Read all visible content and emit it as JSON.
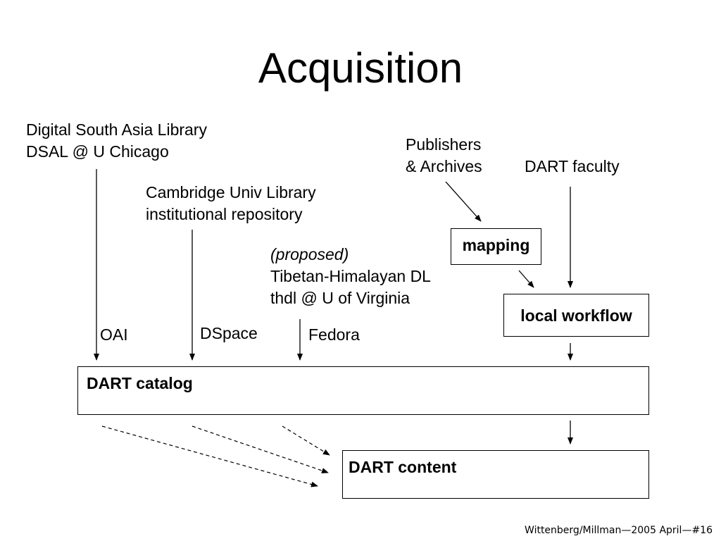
{
  "title": "Acquisition",
  "sources": {
    "dsal": {
      "line1": "Digital South Asia Library",
      "line2": "DSAL @ U Chicago",
      "protocol": "OAI"
    },
    "cambridge": {
      "line1": "Cambridge Univ Library",
      "line2": "institutional repository",
      "protocol": "DSpace"
    },
    "thdl": {
      "note": "(proposed)",
      "line1": "Tibetan-Himalayan DL",
      "line2": "thdl @ U of Virginia",
      "protocol": "Fedora"
    },
    "publishers": {
      "line1": "Publishers",
      "line2": "& Archives"
    },
    "faculty": {
      "line1": "DART faculty"
    }
  },
  "boxes": {
    "mapping": "mapping",
    "local_workflow": "local workflow",
    "dart_catalog": "DART catalog",
    "dart_content": "DART content"
  },
  "footer": "Wittenberg/Millman—2005 April—#16"
}
